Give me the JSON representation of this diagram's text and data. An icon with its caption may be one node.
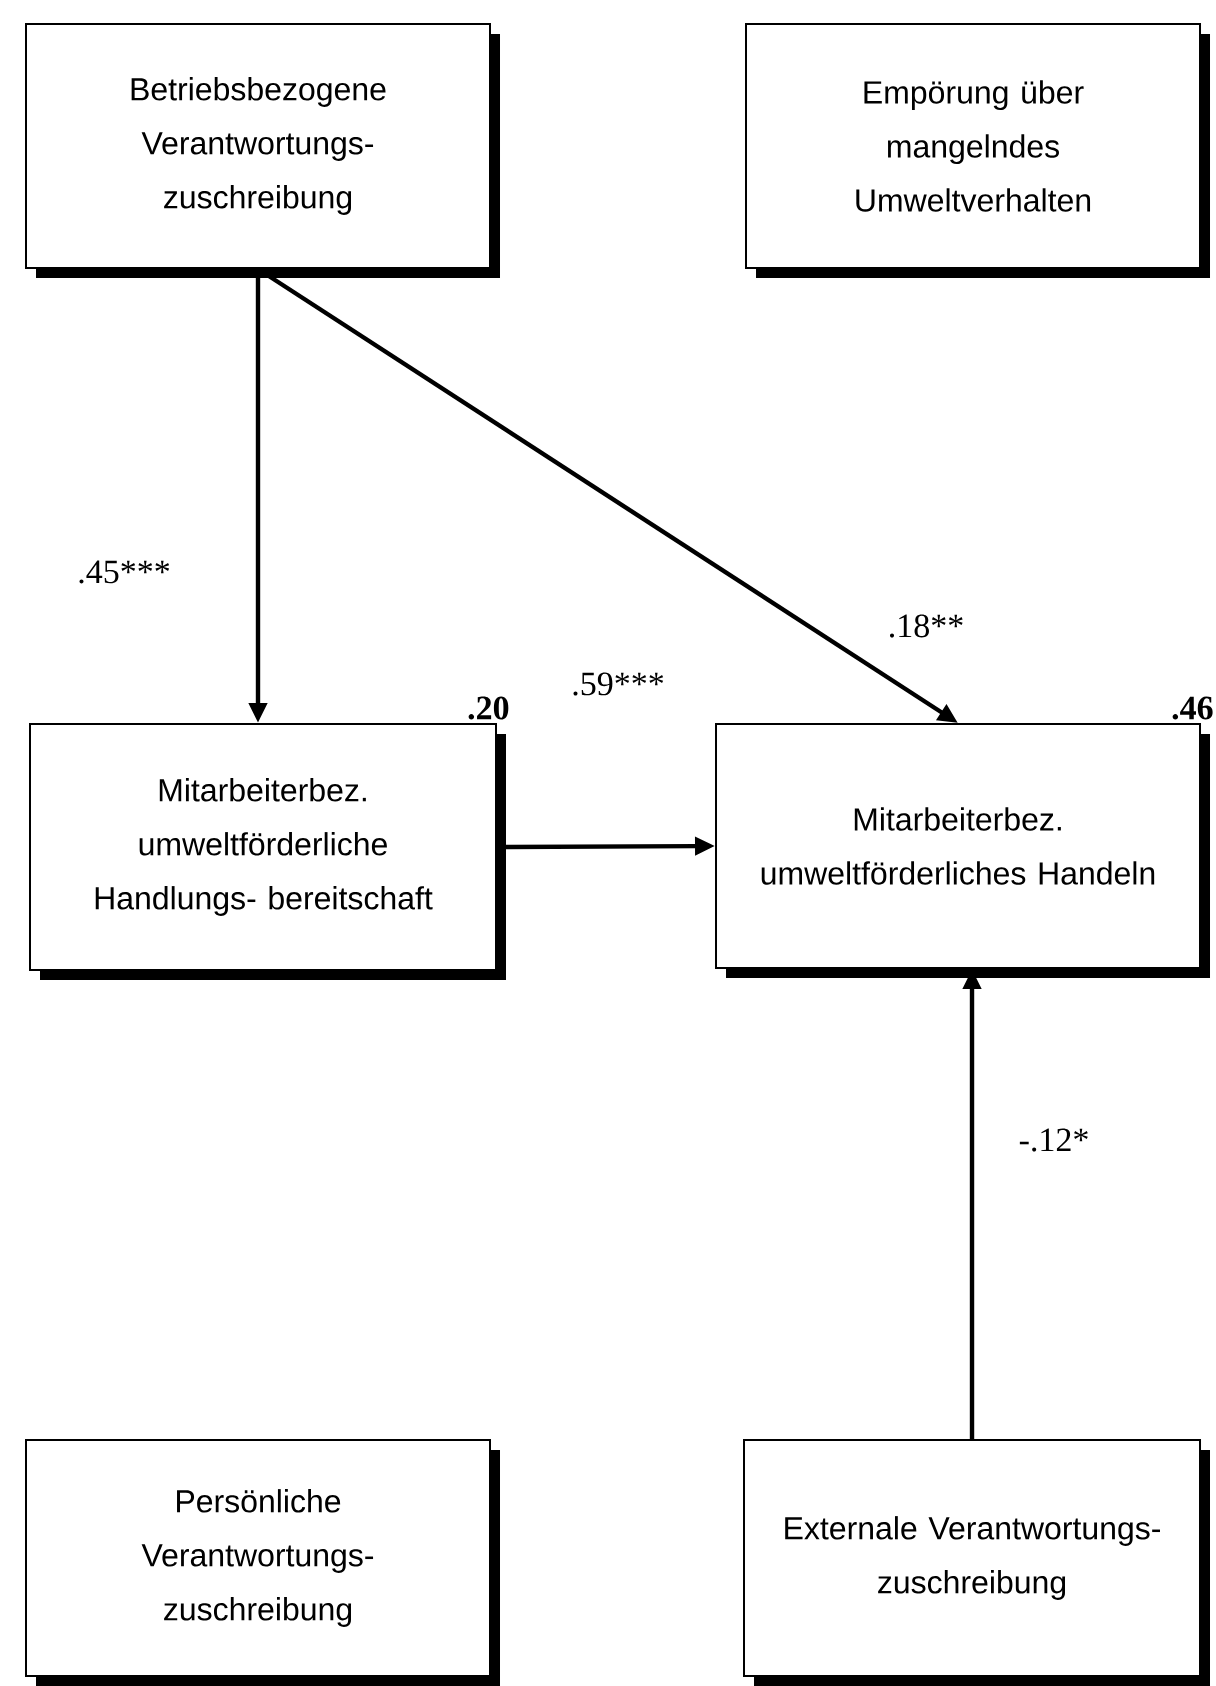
{
  "diagram": {
    "nodes": [
      {
        "text": [
          "Betriebsbezogene Verantwortungs- zuschreibung"
        ]
      },
      {
        "text": [
          "Empörung über mangelndes Umweltverhalten"
        ]
      },
      {
        "text": [
          "Mitarbeiterbez. umweltförderliche Handlungs- bereitschaft"
        ],
        "beside": [
          ".20"
        ]
      },
      {
        "text": [
          "Mitarbeiterbez. umweltförderliches Handeln"
        ],
        "beside": [
          ".46"
        ]
      },
      {
        "text": [
          "Persönliche Verantwortungs- zuschreibung"
        ]
      },
      {
        "text": [
          "Externale Verantwortungs- zuschreibung"
        ]
      }
    ],
    "edges": [
      {
        "from": 0,
        "to": 2,
        "arrow": "to",
        "label": ".45***"
      },
      {
        "from": 0,
        "to": 3,
        "arrow": "to",
        "label": ".18**"
      },
      {
        "from": 2,
        "to": 3,
        "arrow": "to",
        "label": ".59***"
      },
      {
        "from": 5,
        "to": 3,
        "arrow": "to",
        "label": "-.12*"
      }
    ]
  }
}
